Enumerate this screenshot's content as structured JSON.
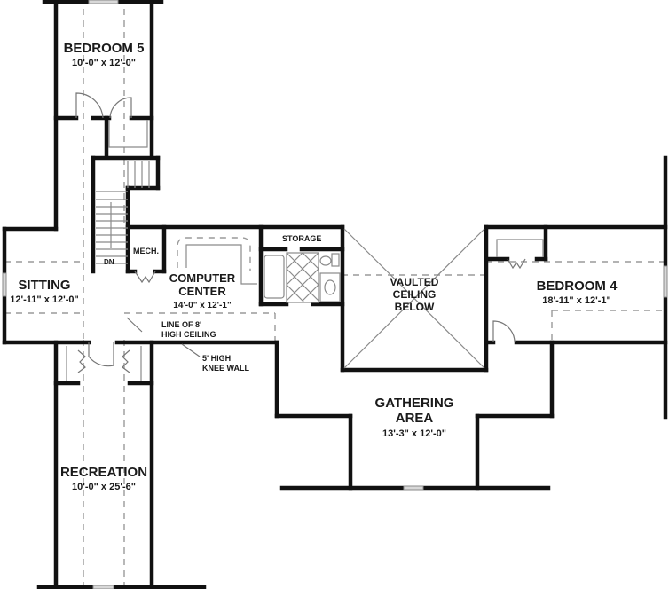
{
  "rooms": {
    "bedroom5": {
      "name": "BEDROOM 5",
      "dim": "10'-0\" x 12'-0\""
    },
    "sitting": {
      "name": "SITTING",
      "dim": "12'-11\" x 12'-0\""
    },
    "computer_center": {
      "name_line1": "COMPUTER",
      "name_line2": "CENTER",
      "dim": "14'-0\" x 12'-1\""
    },
    "storage": {
      "name": "STORAGE"
    },
    "vaulted": {
      "line1": "VAULTED",
      "line2": "CEILING",
      "line3": "BELOW"
    },
    "bedroom4": {
      "name": "BEDROOM 4",
      "dim": "18'-11\" x 12'-1\""
    },
    "gathering": {
      "name_line1": "GATHERING",
      "name_line2": "AREA",
      "dim": "13'-3\" x 12'-0\""
    },
    "recreation": {
      "name": "RECREATION",
      "dim": "10'-0\" x 25'-6\""
    },
    "mech": {
      "name": "MECH."
    }
  },
  "annotations": {
    "stair_dn": "DN",
    "ceiling_line1": "LINE OF 8'",
    "ceiling_line2": "HIGH CEILING",
    "knee_line1": "5' HIGH",
    "knee_line2": "KNEE WALL"
  }
}
